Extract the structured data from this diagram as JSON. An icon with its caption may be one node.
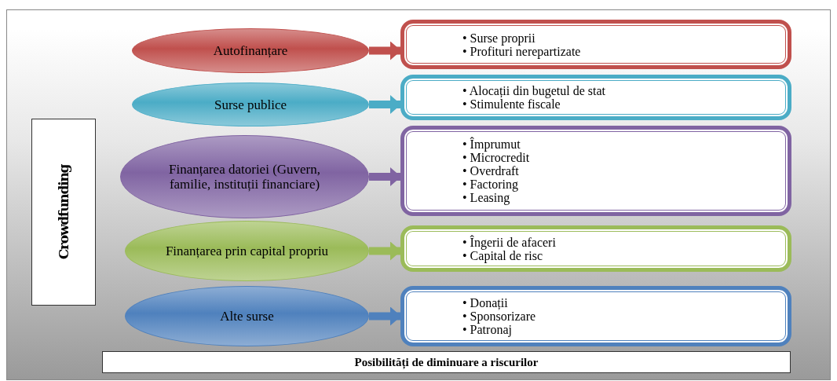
{
  "diagram": {
    "nodes": [
      {
        "text": [
          "Crowdfunding"
        ]
      },
      {
        "text": [
          "Autofinanțare"
        ]
      },
      {
        "text": [
          "Surse publice"
        ]
      },
      {
        "text": [
          "Finanțarea datoriei (Guvern, familie, instituții financiare)"
        ]
      },
      {
        "text": [
          "Finanțarea prin capital propriu"
        ]
      },
      {
        "text": [
          "Alte surse"
        ]
      },
      {
        "text": [
          "• Surse proprii",
          "• Profituri nerepartizate"
        ]
      },
      {
        "text": [
          "• Alocații din bugetul de stat",
          "• Stimulente fiscale"
        ]
      },
      {
        "text": [
          "• Împrumut",
          "• Microcredit",
          "• Overdraft",
          "• Factoring",
          "• Leasing"
        ]
      },
      {
        "text": [
          "• Îngerii de afaceri",
          "• Capital de risc"
        ]
      },
      {
        "text": [
          "• Donații",
          "• Sponsorizare",
          "• Patronaj"
        ]
      },
      {
        "text": [
          "Posibilități de diminuare a riscurilor"
        ]
      }
    ],
    "edges": [
      {
        "from": 1,
        "to": 6,
        "arrow": "to",
        "color": "#c0504d"
      },
      {
        "from": 2,
        "to": 7,
        "arrow": "to",
        "color": "#4bacc6"
      },
      {
        "from": 3,
        "to": 8,
        "arrow": "to",
        "color": "#8064a2"
      },
      {
        "from": 4,
        "to": 9,
        "arrow": "to",
        "color": "#9bbb59"
      },
      {
        "from": 5,
        "to": 10,
        "arrow": "to",
        "color": "#4f81bd"
      }
    ]
  }
}
